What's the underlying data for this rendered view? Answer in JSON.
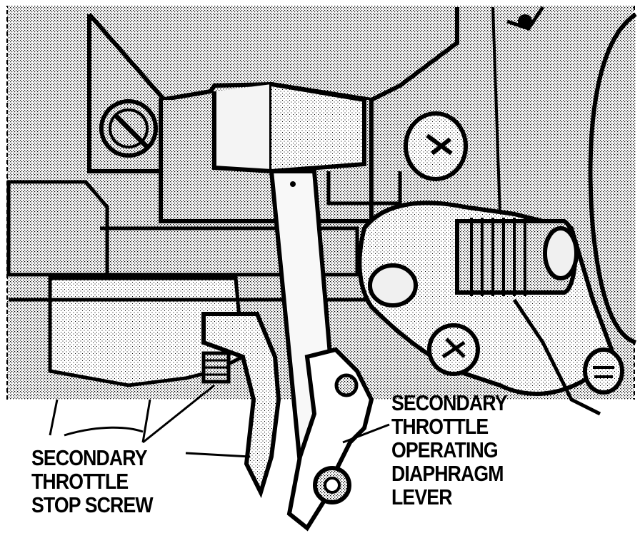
{
  "labels": {
    "stop_screw": [
      "SECONDARY",
      "THROTTLE",
      "STOP SCREW"
    ],
    "diaphragm_lever": [
      "SECONDARY",
      "THROTTLE",
      "OPERATING",
      "DIAPHRAGM",
      "LEVER"
    ]
  },
  "colors": {
    "ink": "#000000",
    "paper": "#ffffff",
    "shade": "#c8c8c8"
  }
}
